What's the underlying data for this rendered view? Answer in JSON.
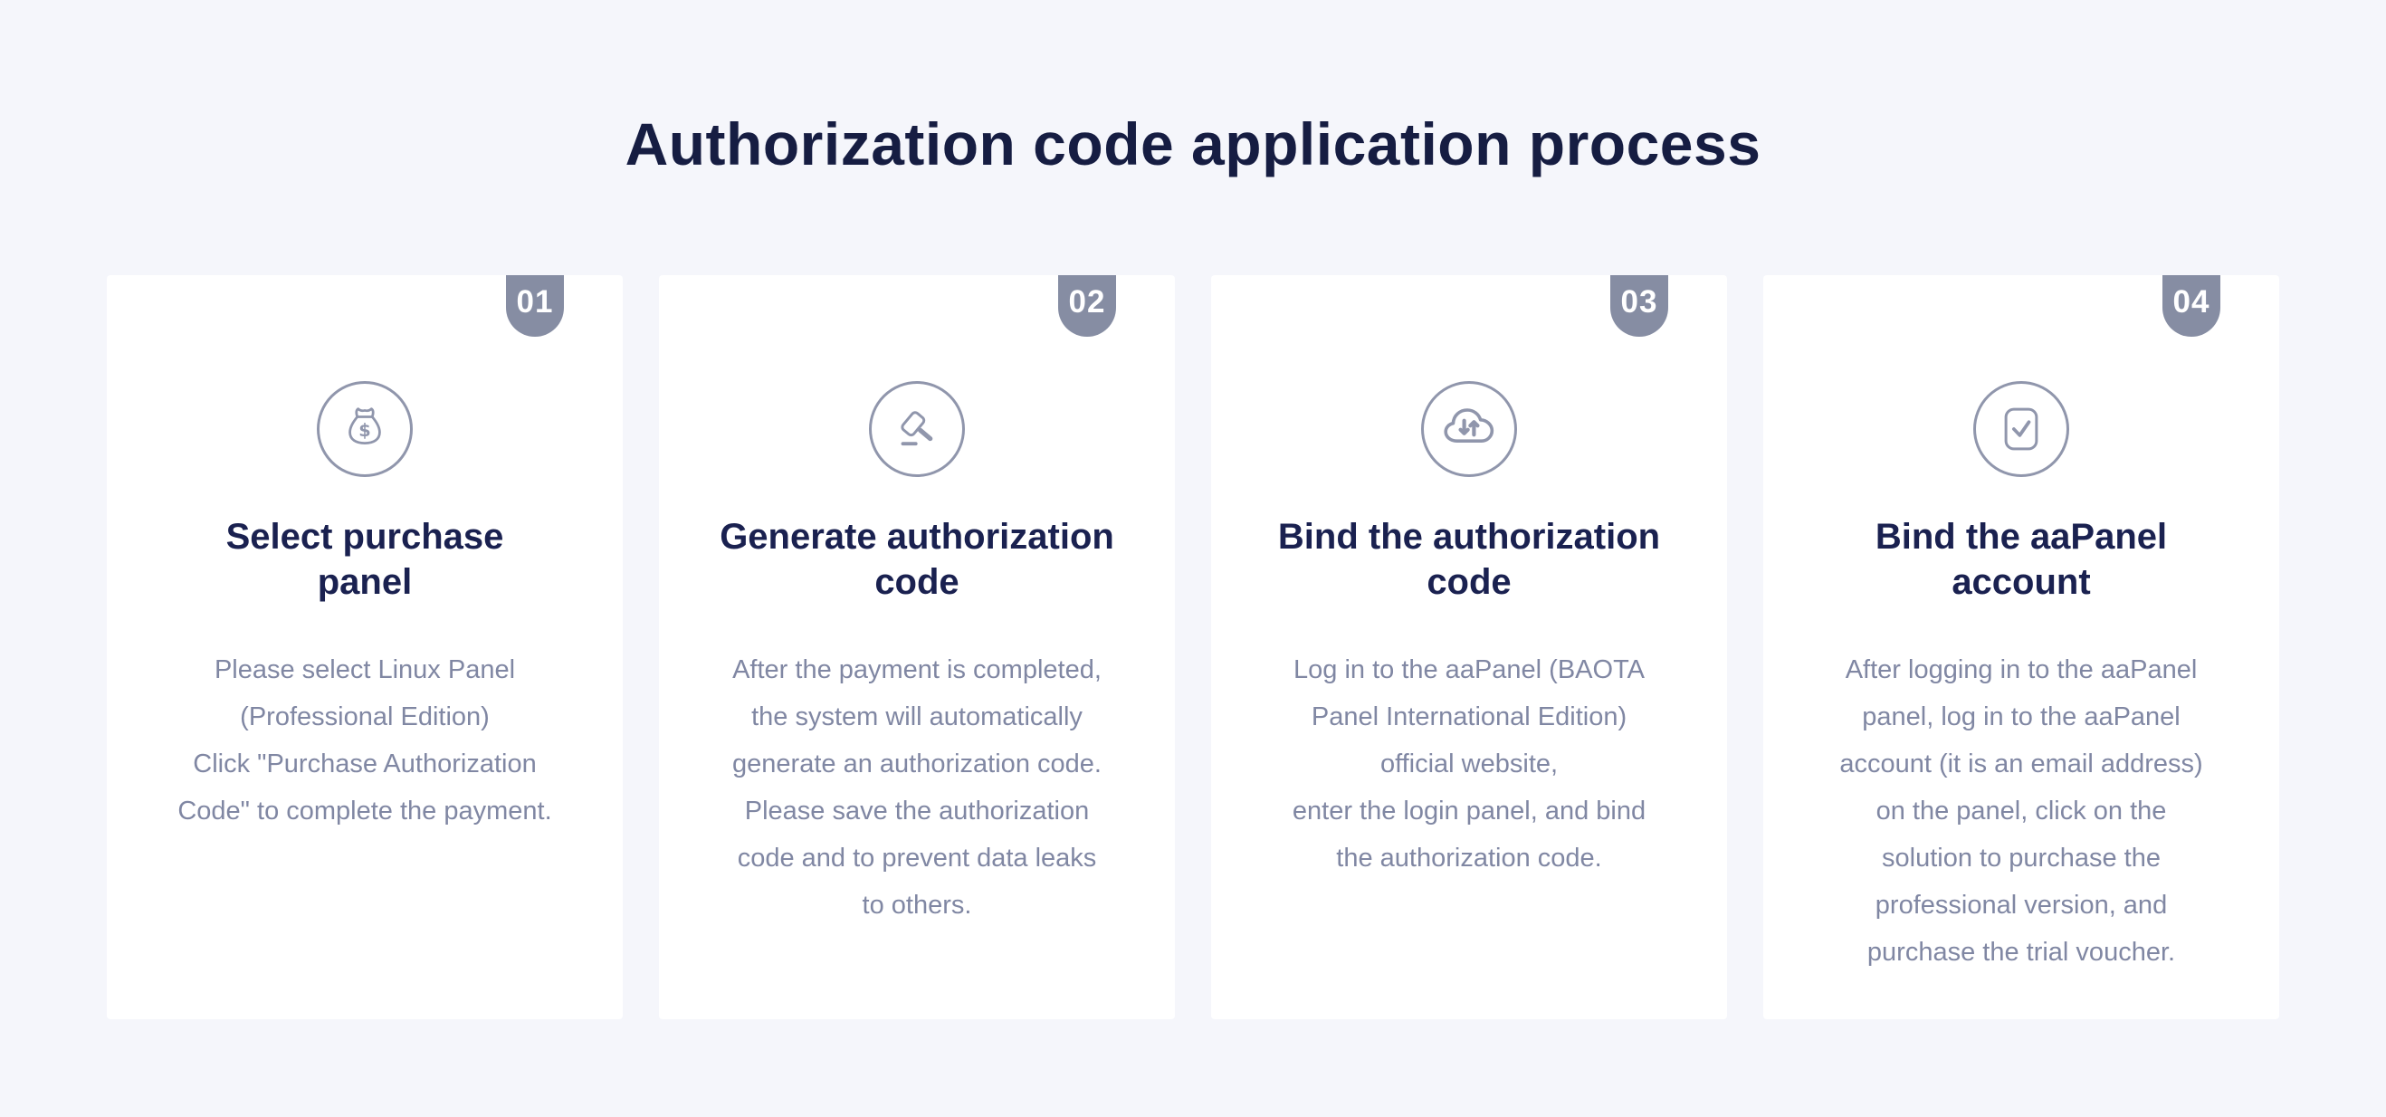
{
  "page": {
    "title": "Authorization code application process"
  },
  "colors": {
    "background": "#f5f6fb",
    "card_background": "#ffffff",
    "heading_text": "#161d42",
    "card_title_text": "#1a2150",
    "body_text": "#8087a3",
    "badge_background": "#868da3",
    "badge_text": "#ffffff",
    "icon_stroke": "#9096ac"
  },
  "steps": [
    {
      "number": "01",
      "icon": "money-bag-icon",
      "title": "Select purchase\npanel",
      "description": "Please select Linux Panel\n(Professional Edition)\nClick \"Purchase Authorization\nCode\" to complete the payment."
    },
    {
      "number": "02",
      "icon": "gavel-icon",
      "title": "Generate authorization\ncode",
      "description": "After the payment is completed,\nthe system will automatically\ngenerate an authorization code.\nPlease save the authorization\ncode and to prevent data leaks\nto others."
    },
    {
      "number": "03",
      "icon": "cloud-transfer-icon",
      "title": "Bind the authorization\ncode",
      "description": "Log in to the aaPanel (BAOTA\nPanel International Edition)\nofficial website,\nenter the login panel, and bind\nthe authorization code."
    },
    {
      "number": "04",
      "icon": "check-document-icon",
      "title": "Bind the aaPanel\naccount",
      "description": "After logging in to the aaPanel\npanel, log in to the aaPanel\naccount (it is an email address)\non the panel, click on the\nsolution to purchase the\nprofessional version, and\npurchase the trial voucher."
    }
  ]
}
